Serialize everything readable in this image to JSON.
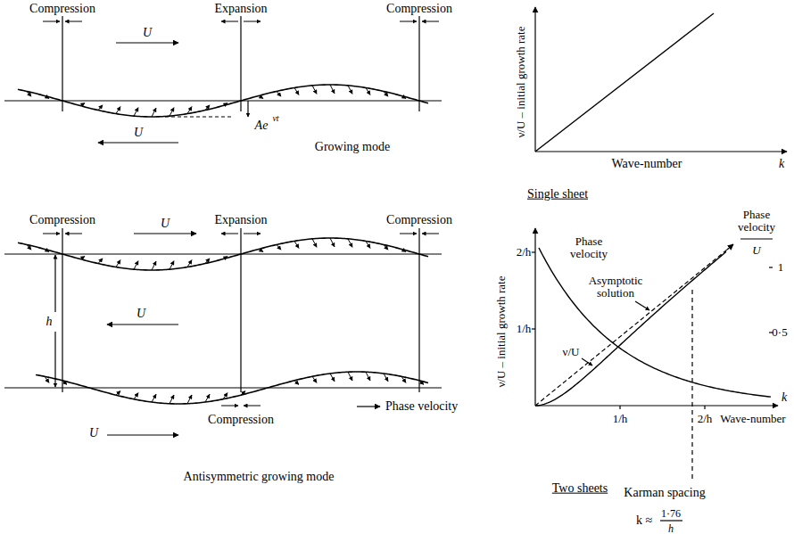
{
  "diagram": {
    "labels": [
      "Compression",
      "Expansion",
      "Compression",
      "U",
      "U",
      "Ae",
      "νt",
      "Growing mode",
      "ν/U – initial growth rate",
      "Wave-number",
      "k",
      "Single sheet",
      "Compression",
      "Expansion",
      "Compression",
      "U",
      "h",
      "U",
      "Phase velocity",
      "Compression",
      "U",
      "Antisymmetric growing mode",
      "Two sheets",
      "Phase velocity",
      "2/h",
      "1/h",
      "ν/U – initial growth rate",
      "Asymptotic solution",
      "ν/U",
      "1/h",
      "2/h",
      "Wave-number",
      "k",
      "Phase velocity",
      "U",
      "1",
      "0·5",
      "Karman spacing",
      "k ≈",
      "1·76",
      "h"
    ]
  }
}
